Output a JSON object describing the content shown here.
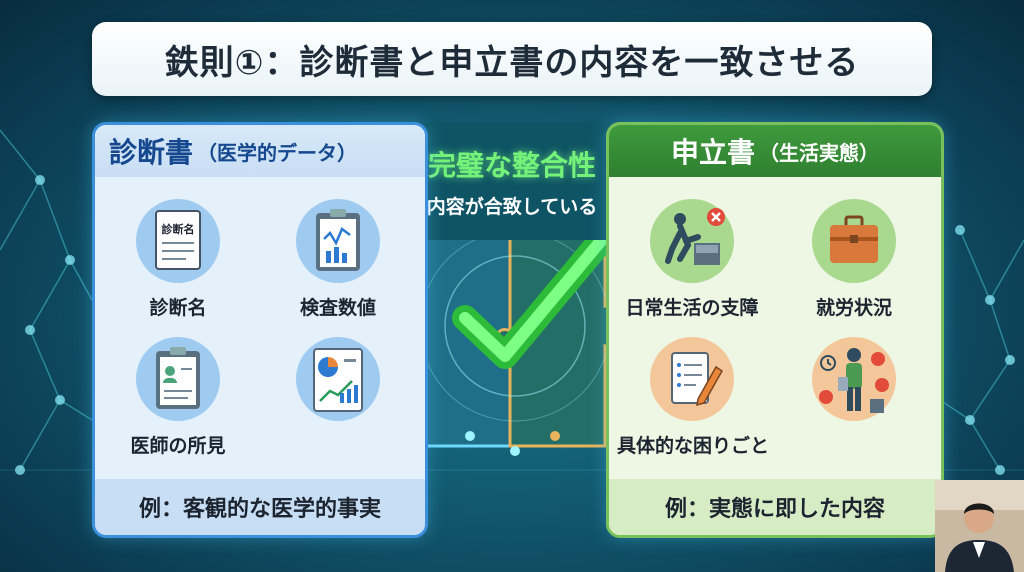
{
  "title": "鉄則①：診断書と申立書の内容を一致させる",
  "left_panel": {
    "heading": "診断書",
    "subheading": "（医学的データ）",
    "items": [
      {
        "label": "診断名",
        "icon": "document-icon",
        "icon_text": "診断名"
      },
      {
        "label": "検査数値",
        "icon": "clipboard-chart-icon"
      },
      {
        "label": "医師の所見",
        "icon": "clipboard-profile-icon"
      },
      {
        "label": "",
        "icon": "report-chart-icon"
      }
    ],
    "footer": "例：客観的な医学的事実"
  },
  "center": {
    "heading": "完璧な整合性",
    "subheading": "内容が合致している",
    "icon": "checkmark-icon"
  },
  "right_panel": {
    "heading": "申立書",
    "subheading": "（生活実態）",
    "items": [
      {
        "label": "日常生活の支障",
        "icon": "struggling-person-icon"
      },
      {
        "label": "就労状況",
        "icon": "briefcase-icon"
      },
      {
        "label": "具体的な困りごと",
        "icon": "note-pencil-icon"
      },
      {
        "label": "",
        "icon": "stressed-person-icon"
      }
    ],
    "footer": "例：実態に即した内容"
  },
  "colors": {
    "left_accent": "#3c8fdc",
    "right_accent": "#2f8031",
    "check_green": "#4ff05a"
  }
}
